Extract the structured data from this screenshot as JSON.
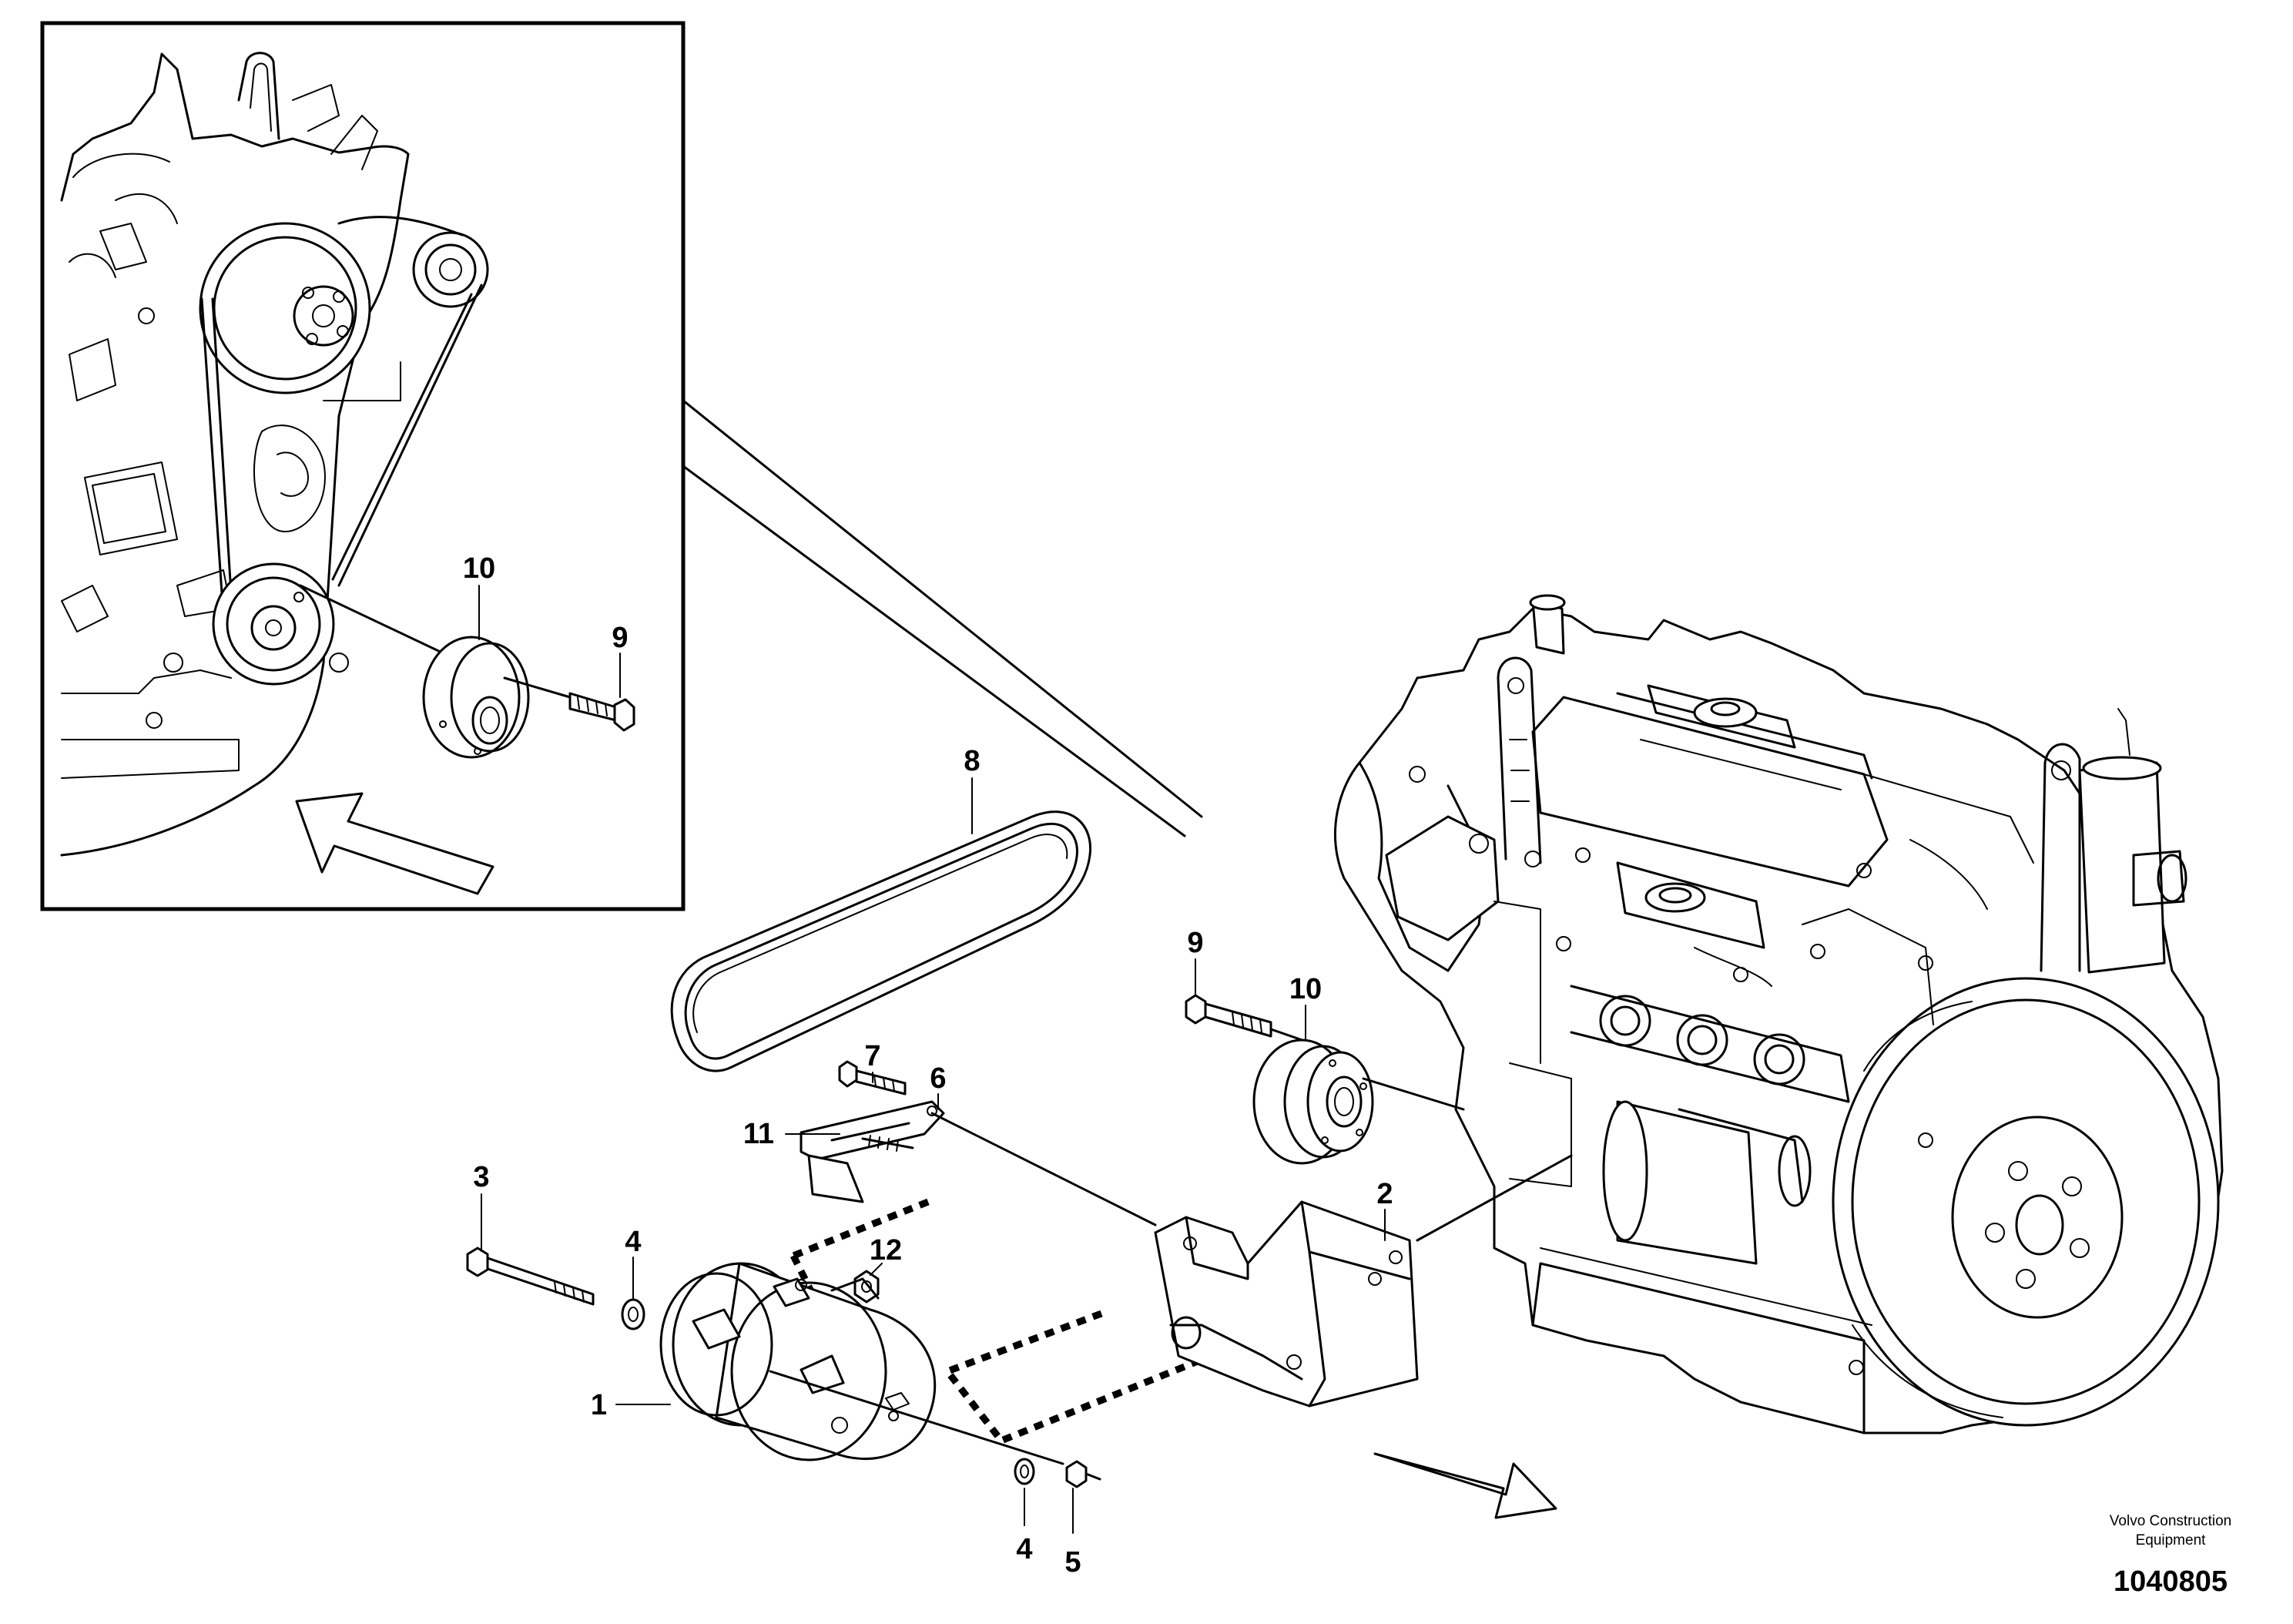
{
  "callouts": {
    "inset_10": "10",
    "inset_9": "9",
    "belt_8": "8",
    "bolt_7": "7",
    "bracket_6": "6",
    "stud_11": "11",
    "bolt_3": "3",
    "washer_4_top": "4",
    "nut_12": "12",
    "compressor_1": "1",
    "washer_4_bottom": "4",
    "nut_5": "5",
    "bracket_2": "2",
    "bolt_9": "9",
    "pulley_10": "10"
  },
  "footer": {
    "brand_line1": "Volvo Construction",
    "brand_line2": "Equipment",
    "doc_number": "1040805"
  }
}
